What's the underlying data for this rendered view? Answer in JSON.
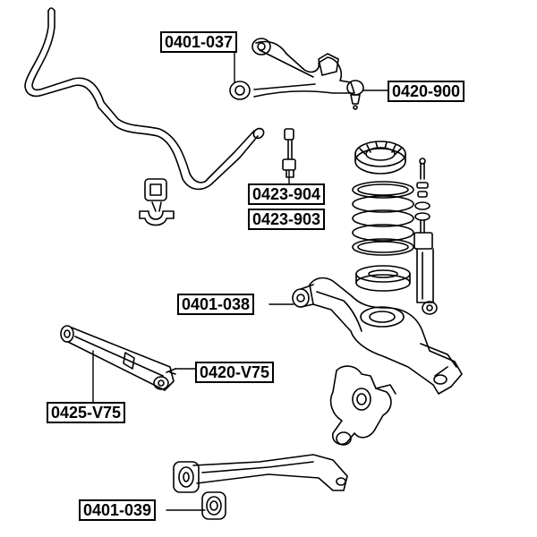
{
  "part_labels": [
    {
      "id": "p1",
      "text": "0401-037"
    },
    {
      "id": "p2",
      "text": "0420-900"
    },
    {
      "id": "p3",
      "text": "0423-904"
    },
    {
      "id": "p4",
      "text": "0423-903"
    },
    {
      "id": "p5",
      "text": "0401-038"
    },
    {
      "id": "p6",
      "text": "0420-V75"
    },
    {
      "id": "p7",
      "text": "0425-V75"
    },
    {
      "id": "p8",
      "text": "0401-039"
    }
  ],
  "colors": {
    "line": "#000000",
    "fill": "#ffffff",
    "label_border": "#000000"
  }
}
